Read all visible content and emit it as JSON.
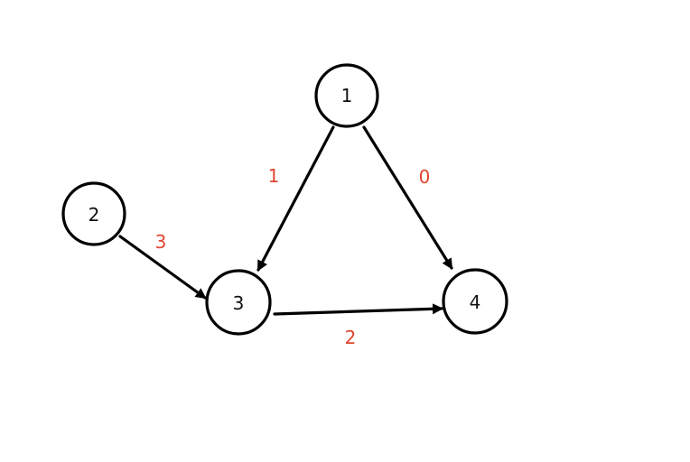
{
  "diagram": {
    "nodes": [
      {
        "id": "n1",
        "label": "1"
      },
      {
        "id": "n2",
        "label": "2"
      },
      {
        "id": "n3",
        "label": "3"
      },
      {
        "id": "n4",
        "label": "4"
      }
    ],
    "edges": [
      {
        "from": "n1",
        "to": "n3",
        "weight": "1"
      },
      {
        "from": "n1",
        "to": "n4",
        "weight": "0"
      },
      {
        "from": "n2",
        "to": "n3",
        "weight": "3"
      },
      {
        "from": "n3",
        "to": "n4",
        "weight": "2"
      }
    ]
  },
  "colors": {
    "node_stroke": "#000000",
    "edge": "#000000",
    "weight_text": "#e0452f"
  }
}
